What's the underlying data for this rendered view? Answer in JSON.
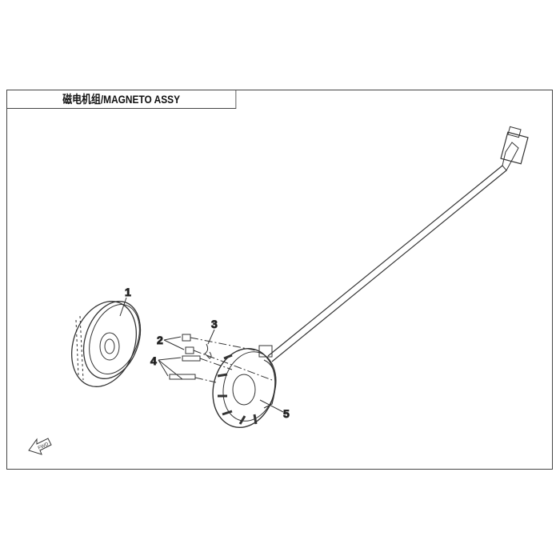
{
  "title": "磁电机组/MAGNETO ASSY",
  "callouts": [
    "1",
    "2",
    "3",
    "4",
    "5"
  ],
  "fwd_label": "FWD",
  "parts": [
    {
      "number": "1",
      "name": "flywheel-rotor"
    },
    {
      "number": "2",
      "name": "bolt"
    },
    {
      "number": "3",
      "name": "wire-clamp"
    },
    {
      "number": "4",
      "name": "bolt"
    },
    {
      "number": "5",
      "name": "stator-assembly"
    }
  ]
}
